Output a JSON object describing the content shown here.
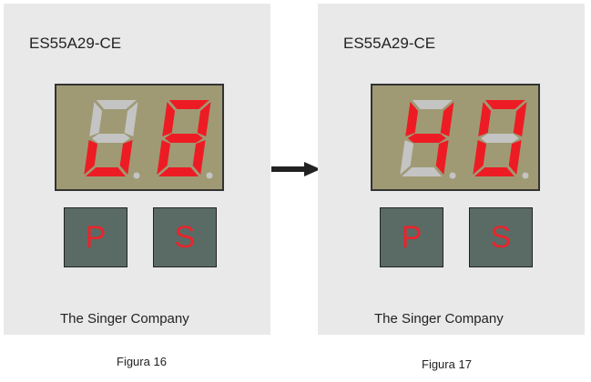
{
  "colors": {
    "on": "#ed1c24",
    "off": "#c4c4c4",
    "panel": "#e9e9e9",
    "display": "#9f9a74"
  },
  "figures": [
    {
      "model": "ES55A29-CE",
      "button_p": "P",
      "button_s": "S",
      "company": "The Singer Company",
      "caption": "Figura 16",
      "digits": [
        {
          "a": 0,
          "b": 0,
          "c": 1,
          "d": 1,
          "e": 1,
          "f": 0,
          "g": 0
        },
        {
          "a": 1,
          "b": 1,
          "c": 1,
          "d": 1,
          "e": 1,
          "f": 1,
          "g": 1
        }
      ]
    },
    {
      "model": "ES55A29-CE",
      "button_p": "P",
      "button_s": "S",
      "company": "The Singer Company",
      "caption": "Figura 17",
      "digits": [
        {
          "a": 0,
          "b": 1,
          "c": 1,
          "d": 0,
          "e": 0,
          "f": 1,
          "g": 1
        },
        {
          "a": 1,
          "b": 1,
          "c": 1,
          "d": 1,
          "e": 1,
          "f": 1,
          "g": 0
        }
      ]
    }
  ]
}
